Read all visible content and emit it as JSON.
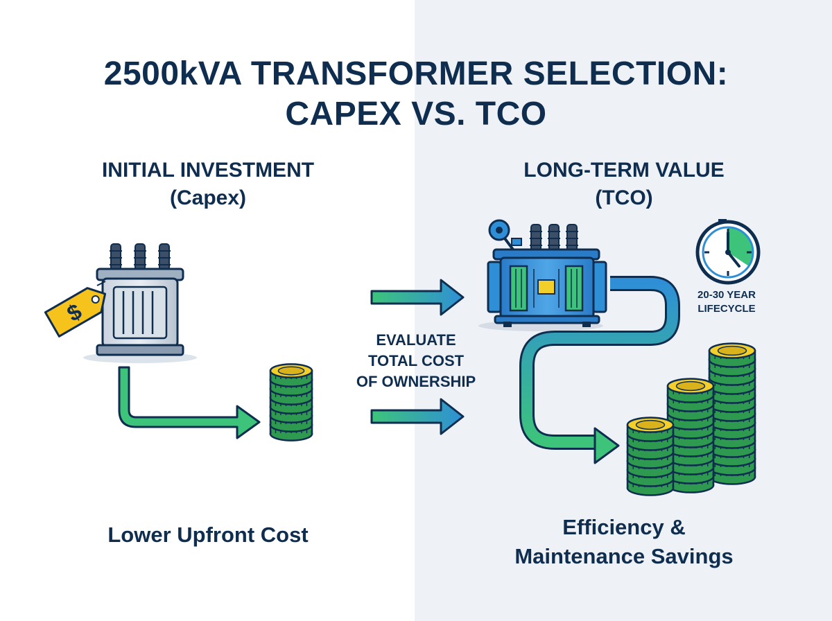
{
  "title": {
    "line1": "2500kVA TRANSFORMER SELECTION:",
    "line2": "CAPEX VS. TCO"
  },
  "left": {
    "heading_line1": "INITIAL INVESTMENT",
    "heading_line2": "(Capex)",
    "caption": "Lower Upfront Cost",
    "price_tag_symbol": "$",
    "icons": [
      "transformer-icon",
      "price-tag-icon",
      "coin-stack-icon",
      "arrow-right-icon"
    ]
  },
  "center": {
    "line1": "EVALUATE",
    "line2": "TOTAL COST",
    "line3": "OF OWNERSHIP"
  },
  "right": {
    "heading_line1": "LONG-TERM VALUE",
    "heading_line2": "(TCO)",
    "lifecycle_line1": "20-30 YEAR",
    "lifecycle_line2": "LIFECYCLE",
    "caption_line1": "Efficiency &",
    "caption_line2": "Maintenance Savings",
    "icons": [
      "transformer-icon",
      "clock-icon",
      "coin-stack-icon",
      "curved-arrow-icon"
    ]
  },
  "colors": {
    "navy": "#0f2d4f",
    "blue": "#2f8fd6",
    "green": "#3dc47a",
    "coin_gold": "#f2cf2a",
    "coin_green": "#2e9a4f",
    "right_panel_bg": "#eef2f7"
  }
}
